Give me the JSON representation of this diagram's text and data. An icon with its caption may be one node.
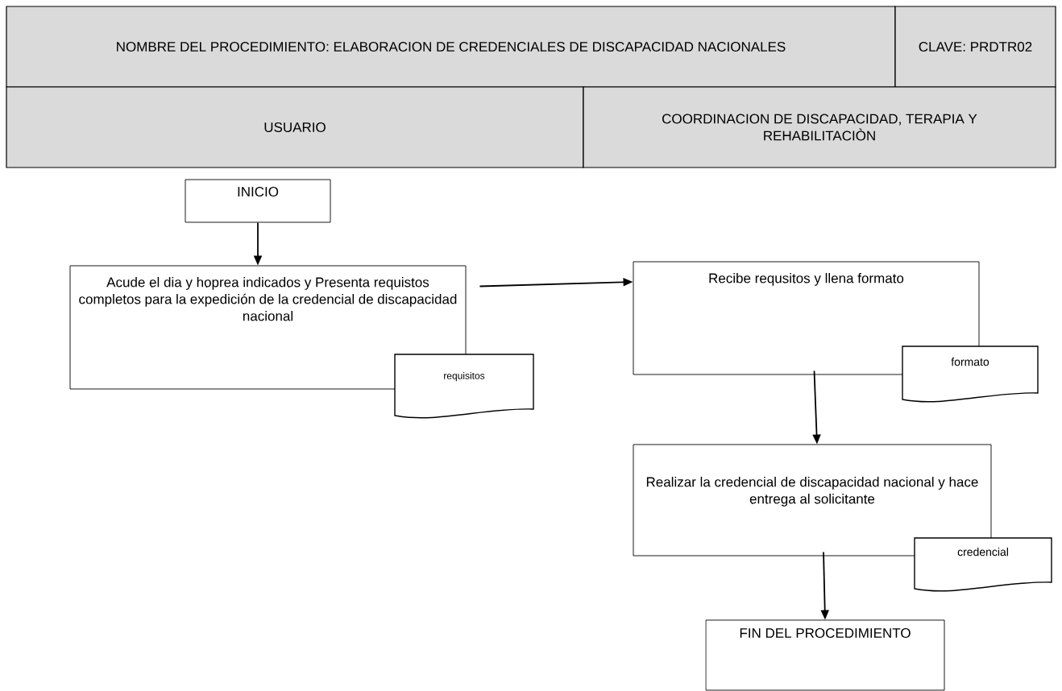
{
  "diagram": {
    "nodes": [
      {
        "text": [
          "NOMBRE DEL PROCEDIMIENTO: ELABORACION DE CREDENCIALES DE DISCAPACIDAD NACIONALES"
        ]
      },
      {
        "text": [
          "CLAVE: PRDTR02"
        ]
      },
      {
        "text": [
          "USUARIO"
        ]
      },
      {
        "text": [
          "COORDINACION DE DISCAPACIDAD, TERAPIA Y REHABILITACIÒN"
        ]
      },
      {
        "text": [
          "INICIO"
        ]
      },
      {
        "text": [
          "Acude el dia y hoprea indicados y Presenta requistos completos para la expedición de la credencial de discapacidad nacional"
        ]
      },
      {
        "text": [
          "requisitos"
        ]
      },
      {
        "text": [
          "Recibe requsitos y llena formato"
        ]
      },
      {
        "text": [
          "formato"
        ]
      },
      {
        "text": [
          "Realizar la credencial de discapacidad nacional y hace entrega al solicitante"
        ]
      },
      {
        "text": [
          "credencial"
        ]
      },
      {
        "text": [
          "FIN DEL PROCEDIMIENTO"
        ]
      }
    ],
    "edges": [
      {
        "from": 4,
        "to": 5,
        "arrow": "to"
      },
      {
        "from": 5,
        "to": 7,
        "arrow": "to"
      },
      {
        "from": 7,
        "to": 9,
        "arrow": "to"
      },
      {
        "from": 9,
        "to": 11,
        "arrow": "to"
      }
    ]
  }
}
